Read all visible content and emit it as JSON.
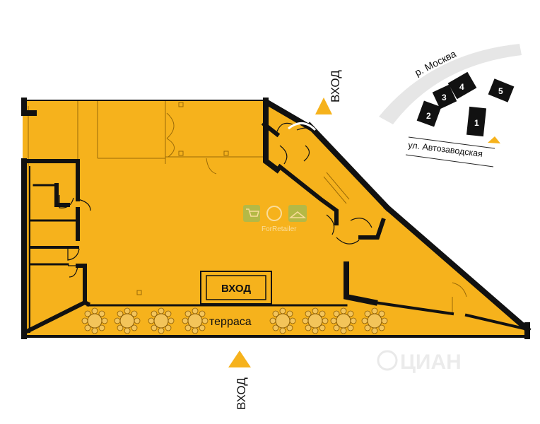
{
  "labels": {
    "entrance_top": "ВХОД",
    "entrance_bottom": "ВХОД",
    "entrance_inner": "ВХОД",
    "terrace": "терраса",
    "river": "р. Москва",
    "street": "ул. Автозаводская"
  },
  "buildings": [
    "1",
    "2",
    "3",
    "4",
    "5"
  ],
  "watermarks": {
    "forretailer": "ForRetailer",
    "cian": "ЦИАН"
  },
  "colors": {
    "floor": "#f6b21c",
    "wall": "#111111",
    "thin_line": "#9a6a08",
    "table": "#f3c45a",
    "arrow": "#f6b21c",
    "river": "#e6e6e6"
  }
}
